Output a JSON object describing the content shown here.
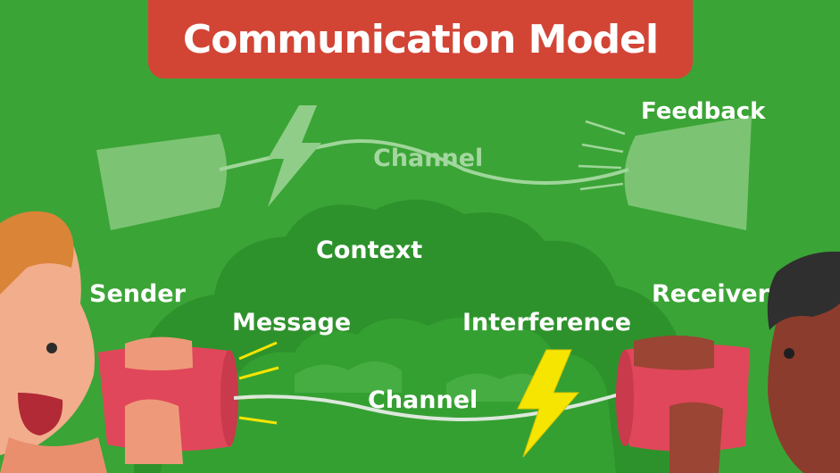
{
  "title": "Communication Model",
  "labels": {
    "feedback": "Feedback",
    "channel_top": "Channel",
    "context": "Context",
    "sender": "Sender",
    "message": "Message",
    "interference": "Interference",
    "receiver": "Receiver",
    "channel_bottom": "Channel"
  },
  "colors": {
    "background": "#3ba436",
    "banner": "#d24535",
    "can": "#e0475a",
    "bolt": "#f6e500",
    "bush": "#2b8f2a"
  }
}
